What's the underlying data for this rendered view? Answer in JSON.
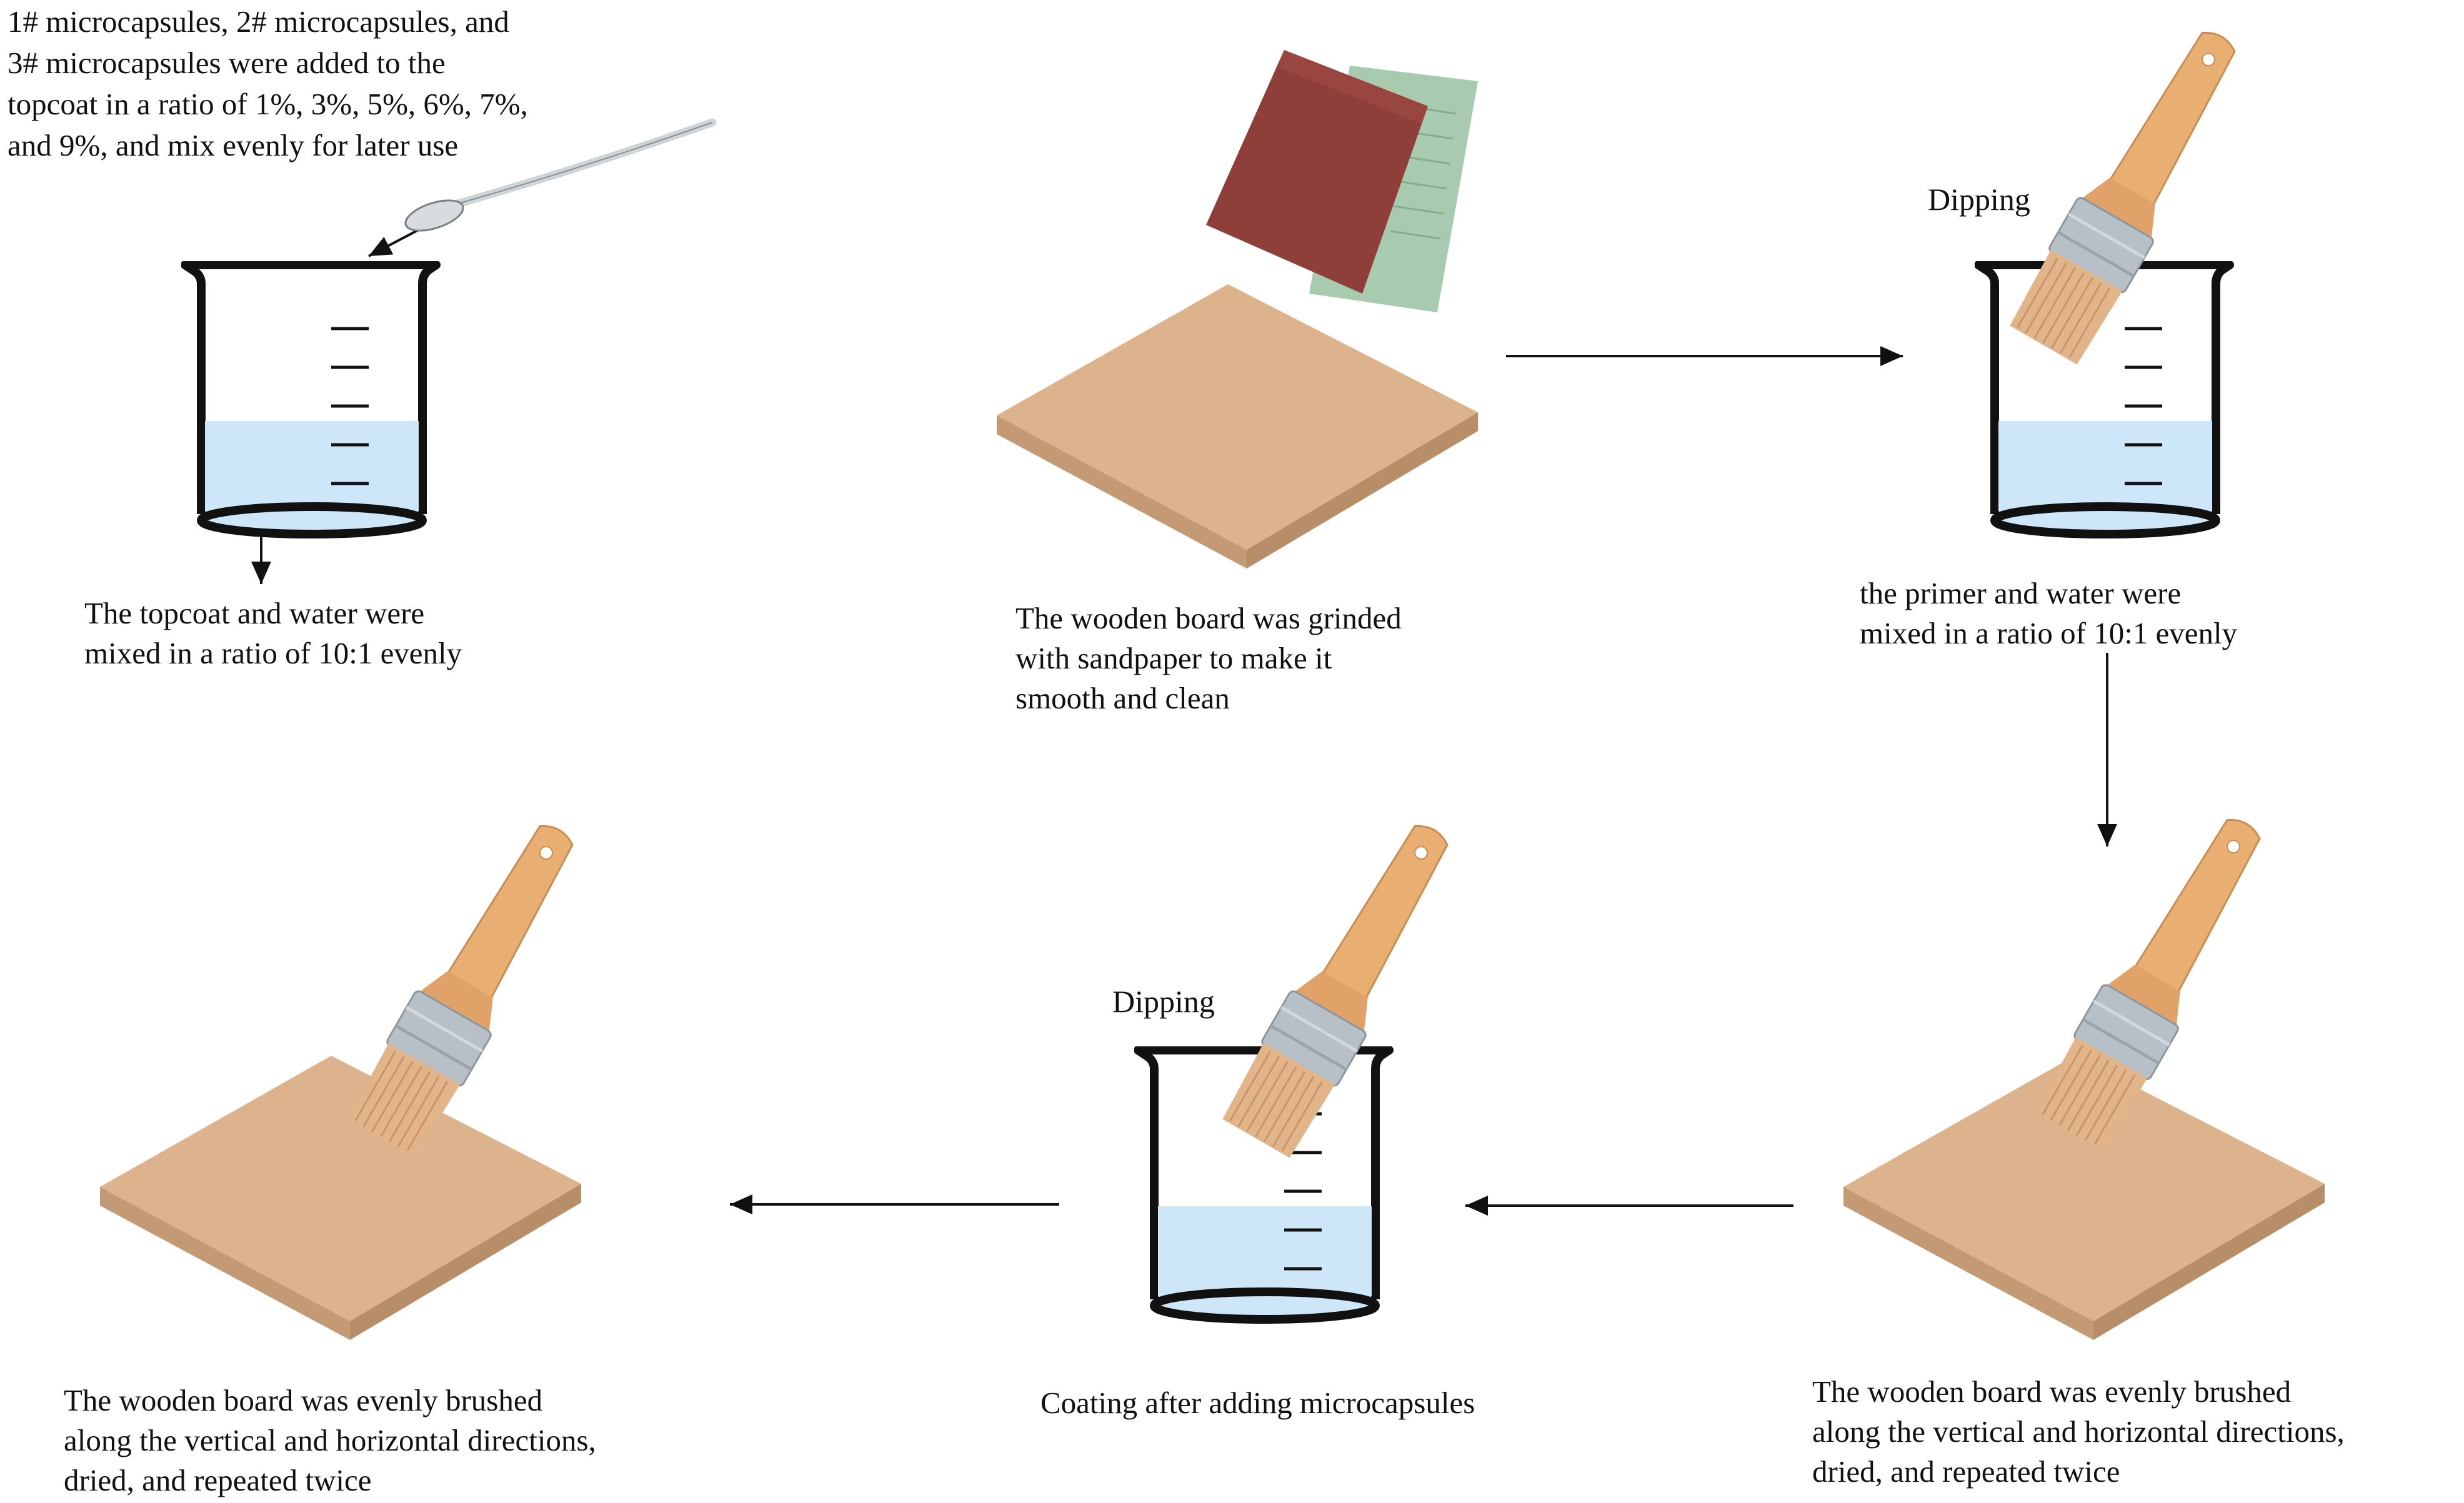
{
  "captions": {
    "add_microcapsules": [
      "1# microcapsules,  2# microcapsules,  and",
      "3# microcapsules  were added to the",
      "topcoat in a ratio of 1%, 3%, 5%, 6%, 7%,",
      "and 9%, and mix evenly  for later use"
    ],
    "topcoat_water": [
      "The topcoat and water were",
      "mixed in a ratio of 10:1 evenly"
    ],
    "sanding": [
      "The wooden board was grinded",
      "with sandpaper  to make it",
      "smooth and clean"
    ],
    "primer_water": [
      "the primer and water were",
      "mixed in a ratio of 10:1 evenly"
    ],
    "brush_primer": [
      "The wooden board was evenly brushed",
      "along the vertical and horizontal directions,",
      "dried, and repeated twice"
    ],
    "coating_microcapsules": "Coating after adding microcapsules",
    "brush_topcoat": [
      "The wooden board was evenly brushed",
      "along the vertical and horizontal directions,",
      "dried, and repeated twice"
    ]
  },
  "labels": {
    "dipping_primer": "Dipping",
    "dipping_topcoat": "Dipping"
  },
  "icons": {
    "beaker": "beaker-icon",
    "brush": "paint-brush-icon",
    "board": "wooden-board-icon",
    "sandpaper": "sandpaper-icon",
    "spoon": "spoon-icon",
    "arrow": "arrow-icon"
  },
  "colors": {
    "liquid": "#cde6f8",
    "board_top": "#ddb38d",
    "board_side": "#c49a74",
    "brush_handle": "#e8ae72",
    "brush_ferrule": "#b7c0c6",
    "brush_bristles": "#e2b48a",
    "sandpaper_red": "#8e3f3a",
    "sandpaper_green": "#a8cbb0",
    "ink": "#111111"
  }
}
